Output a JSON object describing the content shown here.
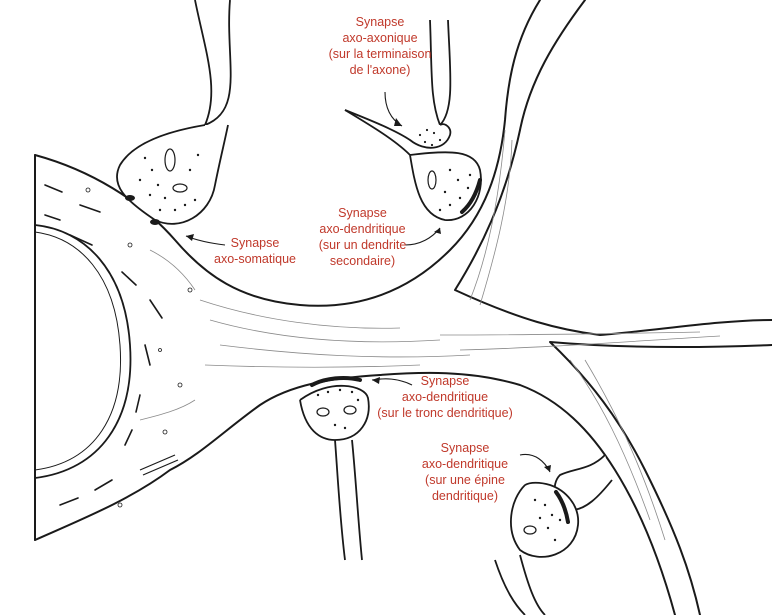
{
  "colors": {
    "label_text": "#c0392b",
    "ink": "#1a1a1a",
    "background": "#ffffff",
    "fibre": "#8a8a8a"
  },
  "labels": {
    "axo_axonique": {
      "lines": [
        "Synapse",
        "axo-axonique",
        "(sur la terminaison",
        "de l'axone)"
      ]
    },
    "axo_somatique": {
      "lines": [
        "Synapse",
        "axo-somatique"
      ]
    },
    "axo_dendritique_secondaire": {
      "lines": [
        "Synapse",
        "axo-dendritique",
        "(sur un dendrite",
        "secondaire)"
      ]
    },
    "axo_dendritique_tronc": {
      "lines": [
        "Synapse",
        "axo-dendritique",
        "(sur le tronc dendritique)"
      ]
    },
    "axo_dendritique_epine": {
      "lines": [
        "Synapse",
        "axo-dendritique",
        "(sur une épine",
        "dendritique)"
      ]
    }
  }
}
